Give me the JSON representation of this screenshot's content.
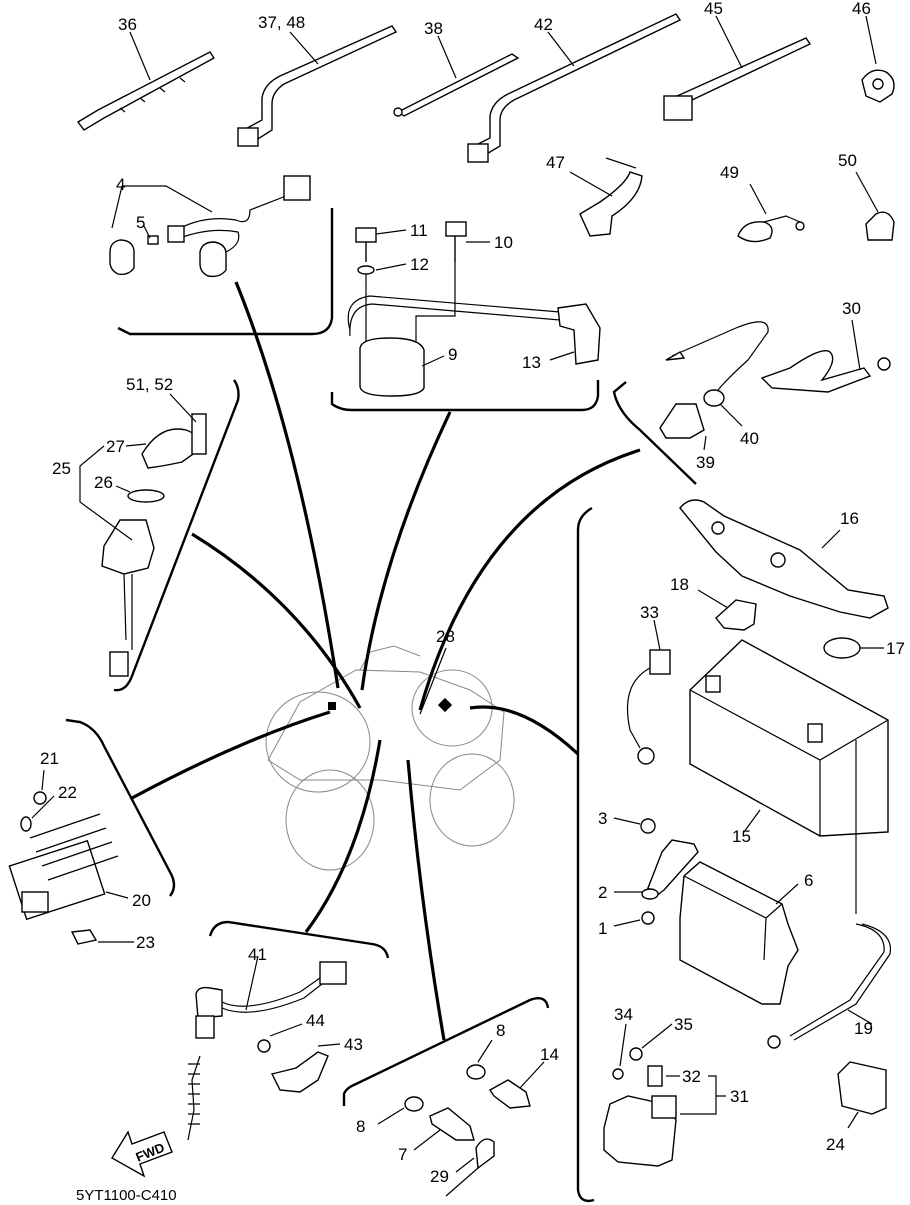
{
  "drawing_code": "5YT1100-C410",
  "forward_arrow_text": "FWD",
  "labels": {
    "p1": "1",
    "p2": "2",
    "p3": "3",
    "p4": "4",
    "p5": "5",
    "p6": "6",
    "p7": "7",
    "p8a": "8",
    "p8b": "8",
    "p9": "9",
    "p10": "10",
    "p11": "11",
    "p12": "12",
    "p13": "13",
    "p14": "14",
    "p15": "15",
    "p16": "16",
    "p17": "17",
    "p18": "18",
    "p19": "19",
    "p20": "20",
    "p21": "21",
    "p22": "22",
    "p23": "23",
    "p24": "24",
    "p25": "25",
    "p26": "26",
    "p27": "27",
    "p28": "28",
    "p29": "29",
    "p30": "30",
    "p31": "31",
    "p32": "32",
    "p33": "33",
    "p34": "34",
    "p35": "35",
    "p36": "36",
    "p37_48": "37, 48",
    "p38": "38",
    "p39": "39",
    "p40": "40",
    "p41": "41",
    "p42": "42",
    "p43": "43",
    "p44": "44",
    "p45": "45",
    "p46": "46",
    "p47": "47",
    "p49": "49",
    "p50": "50",
    "p51_52": "51, 52"
  }
}
